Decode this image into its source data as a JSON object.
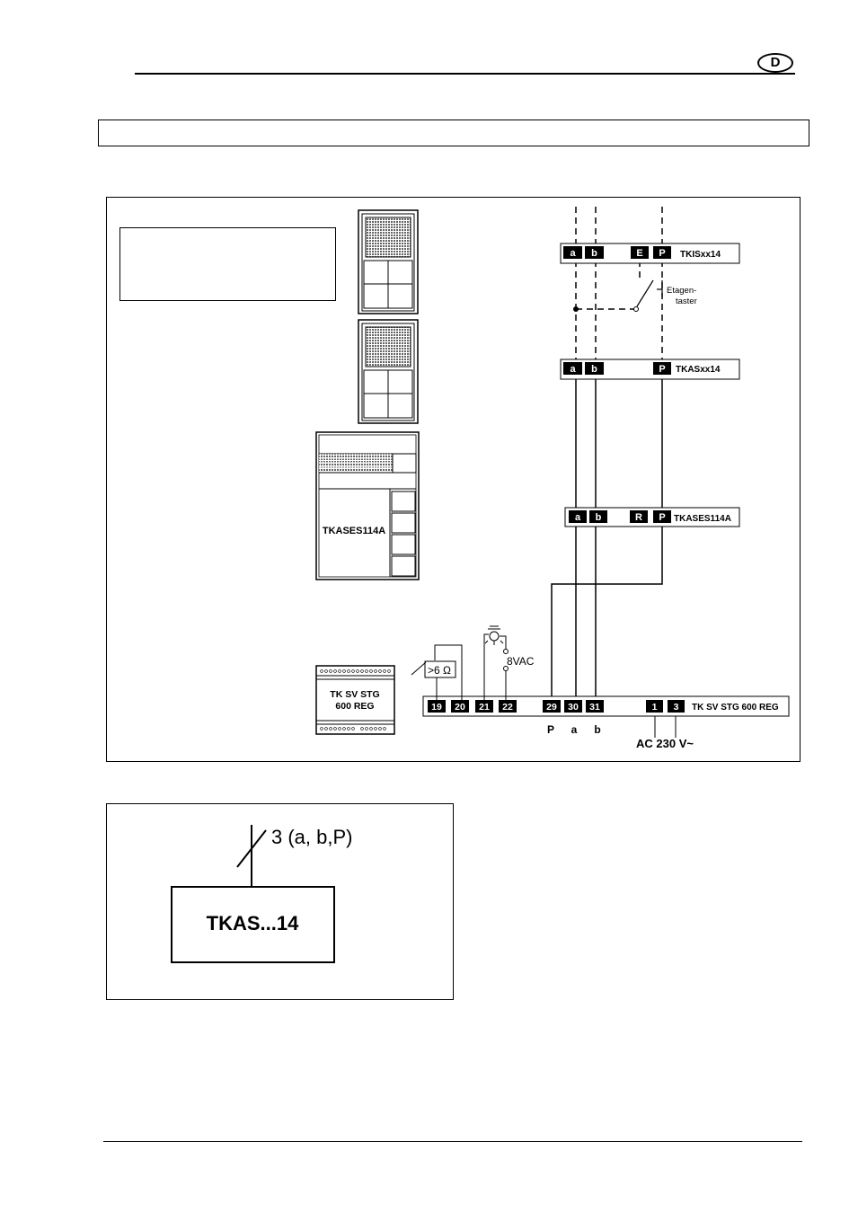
{
  "header": {
    "language_badge": "D"
  },
  "diagram": {
    "device_labels": {
      "indoor_station": "TKISxx14",
      "outdoor_station": "TKASxx14",
      "outdoor_station_2": "TKASES114A",
      "outdoor_station_2_panel": "TKASES114A",
      "supply_unit_line1": "TK SV STG",
      "supply_unit_line2": "600 REG",
      "supply_unit_rail": "TK SV STG 600 REG"
    },
    "terminals": {
      "indoor": [
        "a",
        "b",
        "E",
        "P"
      ],
      "outdoor": [
        "a",
        "b",
        "P"
      ],
      "outdoor2": [
        "a",
        "b",
        "R",
        "P"
      ],
      "supply": [
        "19",
        "20",
        "21",
        "22",
        "29",
        "30",
        "31",
        "1",
        "3"
      ]
    },
    "switch_label_line1": "Etagen-",
    "switch_label_line2": "taster",
    "resistor_label": ">6 Ω",
    "lamp_voltage": "8VAC",
    "bus_labels": [
      "P",
      "a",
      "b"
    ],
    "mains_label": "AC 230 V~"
  },
  "symbol": {
    "wires_label": "3 (a, b,P)",
    "device_label": "TKAS...14"
  }
}
